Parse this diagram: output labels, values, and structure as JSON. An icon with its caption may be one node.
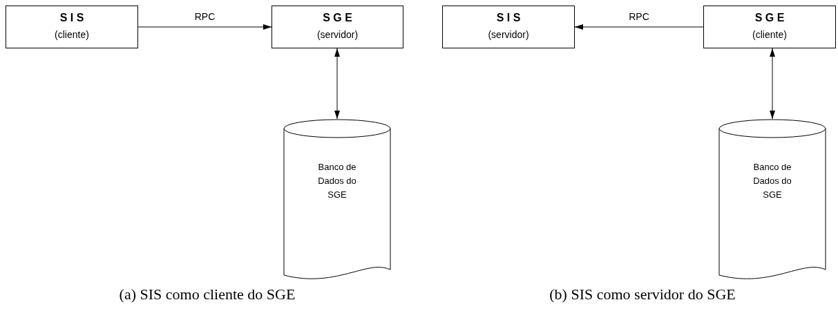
{
  "diagram": {
    "nodes": [
      {
        "text": [
          "S I S",
          "(cliente)"
        ]
      },
      {
        "text": [
          "S G E",
          "(servidor)"
        ]
      },
      {
        "text": [
          "Banco de Dados do SGE"
        ]
      },
      {
        "text": [
          "S I S",
          "(servidor)"
        ]
      },
      {
        "text": [
          "S G E",
          "(cliente)"
        ]
      },
      {
        "text": [
          "Banco de Dados do SGE"
        ]
      }
    ],
    "edges": [
      {
        "from": 0,
        "to": 1,
        "arrow": "to",
        "label": "RPC"
      },
      {
        "from": 1,
        "to": 2,
        "arrow": "both"
      },
      {
        "from": 4,
        "to": 3,
        "arrow": "to",
        "label": "RPC"
      },
      {
        "from": 4,
        "to": 5,
        "arrow": "both"
      }
    ],
    "labels": [
      "(a) SIS como cliente do SGE",
      "(b) SIS como servidor do SGE"
    ]
  }
}
